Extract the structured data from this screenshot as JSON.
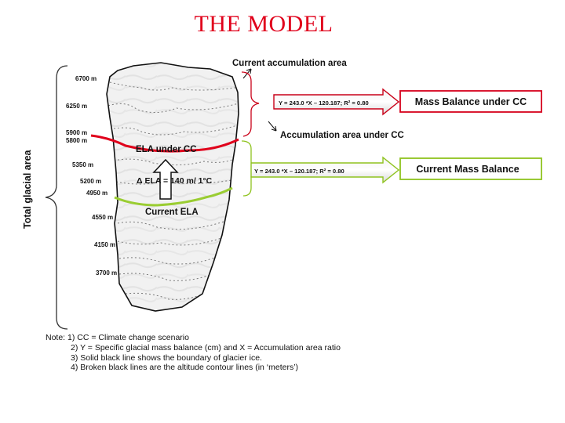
{
  "title": "THE MODEL",
  "side_label": "Total glacial area",
  "altitudes": [
    "6700 m",
    "6250 m",
    "5900 m",
    "5800 m",
    "5350 m",
    "5200 m",
    "4950 m",
    "4550 m",
    "4150 m",
    "3700 m"
  ],
  "labels": {
    "current_accumulation": "Current accumulation area",
    "accumulation_cc": "Accumulation area under CC",
    "ela_cc": "ELA under CC",
    "delta_ela": "Δ ELA = 140 m/ 1°C",
    "current_ela": "Current ELA"
  },
  "equations": {
    "cc": "Y = 243.0 *X – 120.187; R² = 0.80",
    "current": "Y = 243.0 *X – 120.187; R² = 0.80"
  },
  "boxes": {
    "cc": "Mass Balance  under CC",
    "current": "Current Mass Balance"
  },
  "notes": [
    "Note: 1) CC = Climate change scenario",
    "2) Y = Specific glacial mass balance (cm) and X = Accumulation area ratio",
    "3) Solid black line shows the boundary of glacier ice.",
    "4) Broken black lines are the altitude contour lines (in ‘meters’)"
  ],
  "colors": {
    "title": "#e0001b",
    "ela_cc_line": "#e0001b",
    "current_ela_line": "#9acd32",
    "box_border_cc": "#d6001c",
    "box_border_current": "#8fc31f"
  }
}
